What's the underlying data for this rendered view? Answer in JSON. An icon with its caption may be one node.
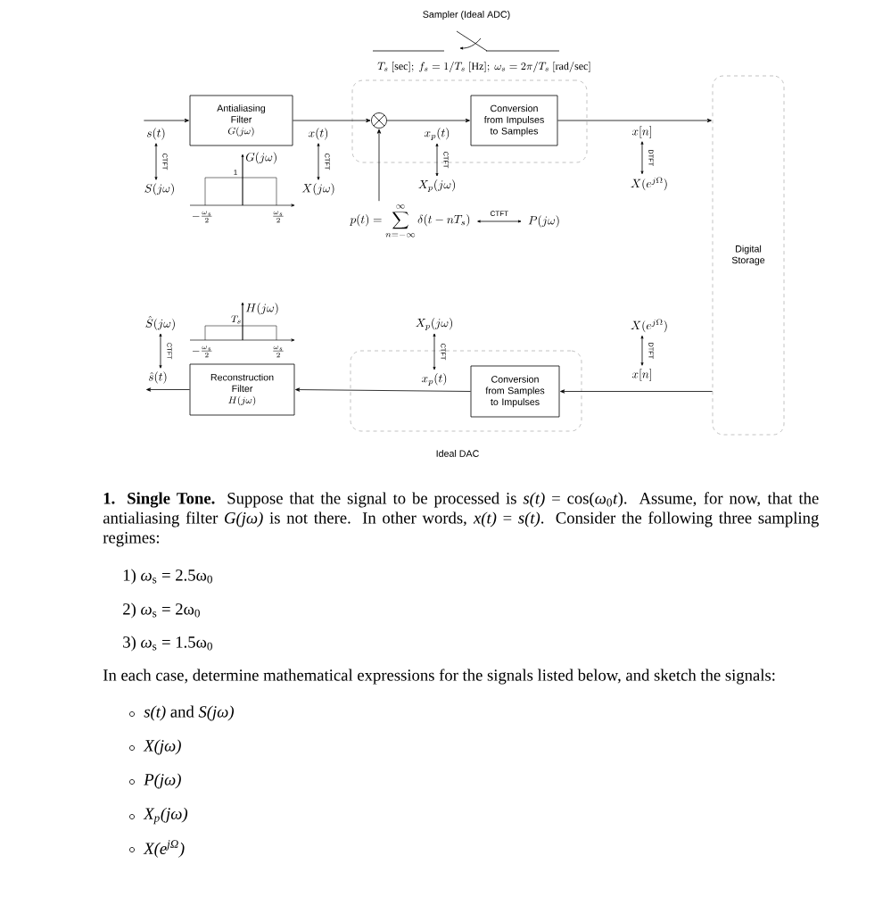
{
  "diagram": {
    "nodes": [
      {
        "text": [],
        "shape": "box"
      },
      {
        "text": [],
        "shape": "circle",
        "in": 0
      },
      {
        "text": [
          "Conversion from Impulses to Samples"
        ],
        "in": 0
      },
      {
        "text": [
          "x_p(t)"
        ],
        "in": 0
      },
      {
        "text": [
          "X_p(j\\omega)"
        ]
      },
      {
        "text": [
          "Antialiasing Filter",
          "G(j\\omega)"
        ]
      },
      {
        "text": [
          "s(t)"
        ]
      },
      {
        "text": [
          "S(j\\omega)"
        ]
      },
      {
        "text": [
          "x(t)"
        ]
      },
      {
        "text": [
          "X(j\\omega)"
        ]
      },
      {
        "text": [
          "x[n]"
        ]
      },
      {
        "text": [
          "X(e^{j\\Omega})"
        ]
      },
      {
        "text": [
          "p(t) = \\sum_{n=-\\infty}^{\\infty} \\delta(t - nT_s)"
        ]
      },
      {
        "text": [
          "P(j\\omega)"
        ]
      },
      {
        "text": [
          "Digital Storage"
        ]
      },
      {
        "text": [],
        "shape": "box"
      },
      {
        "text": [
          "X_p(j\\omega)"
        ]
      },
      {
        "text": [
          "x_p(t)"
        ],
        "in": 15
      },
      {
        "text": [
          "Conversion from Samples to Impulses"
        ],
        "in": 15
      },
      {
        "text": [
          "Reconstruction Filter",
          "H(j\\omega)"
        ]
      },
      {
        "text": [
          "\\hat{S}(j\\omega)"
        ]
      },
      {
        "text": [
          "\\hat{s}(t)"
        ]
      },
      {
        "text": [
          "X(e^{j\\Omega})"
        ]
      },
      {
        "text": [
          "x[n]"
        ]
      }
    ],
    "edges": [
      {
        "from": 6,
        "to": 5,
        "arrow": "to"
      },
      {
        "from": 5,
        "to": 1,
        "arrow": "to"
      },
      {
        "from": 1,
        "to": 2,
        "arrow": "to"
      },
      {
        "from": 2,
        "to": 14,
        "arrow": "to"
      },
      {
        "from": 12,
        "to": 1,
        "arrow": "to"
      },
      {
        "from": 6,
        "to": 7,
        "arrow": "both",
        "label": "CTFT"
      },
      {
        "from": 8,
        "to": 9,
        "arrow": "both",
        "label": "CTFT"
      },
      {
        "from": 3,
        "to": 4,
        "arrow": "both",
        "label": "CTFT"
      },
      {
        "from": 10,
        "to": 11,
        "arrow": "both",
        "label": "DTFT"
      },
      {
        "from": 12,
        "to": 13,
        "arrow": "both",
        "label": "CTFT"
      },
      {
        "from": 14,
        "to": 18,
        "arrow": "to"
      },
      {
        "from": 18,
        "to": 19,
        "arrow": "to"
      },
      {
        "from": 19,
        "to": 21,
        "arrow": "to"
      },
      {
        "from": 20,
        "to": 21,
        "arrow": "both",
        "label": "CTFT"
      },
      {
        "from": 16,
        "to": 17,
        "arrow": "both",
        "label": "CTFT"
      },
      {
        "from": 22,
        "to": 23,
        "arrow": "both",
        "label": "DTFT"
      }
    ],
    "labels": [
      "Sampler (Ideal ADC)",
      "T_s\\ [\\mathrm{sec}];\\ f_s = 1/T_s\\ [\\mathrm{Hz}];\\ \\omega_s = 2\\pi/T_s\\ [\\mathrm{rad/sec}]",
      "G(j\\omega)",
      "1",
      "-\\frac{\\omega_s}{2}",
      "\\frac{\\omega_s}{2}",
      "H(j\\omega)",
      "T_s",
      "-\\frac{\\omega_s}{2}",
      "\\frac{\\omega_s}{2}",
      "Ideal DAC",
      "**1. Single Tone.** Suppose that the signal to be processed is *s(t)* = cos(*ω*$_{0}$*t*). Assume, for now, that the antialiasing filter *G(jω)* is not there. In other words, *x(t)* = *s(t)*. Consider the following three sampling regimes:",
      "1) *ω*$_{s}$ = 2.5ω$_{0}$",
      "2) *ω*$_{s}$ = 2ω$_{0}$",
      "3) *ω*$_{s}$ = 1.5ω$_{0}$",
      "In each case, determine mathematical expressions for the signals listed below, and sketch the signals:",
      "*s(t)* and *S(jω)*",
      "X(jω)",
      "P(jω)",
      "X$_{p}$(jω)",
      "X(e$^{jΩ}$)"
    ]
  }
}
